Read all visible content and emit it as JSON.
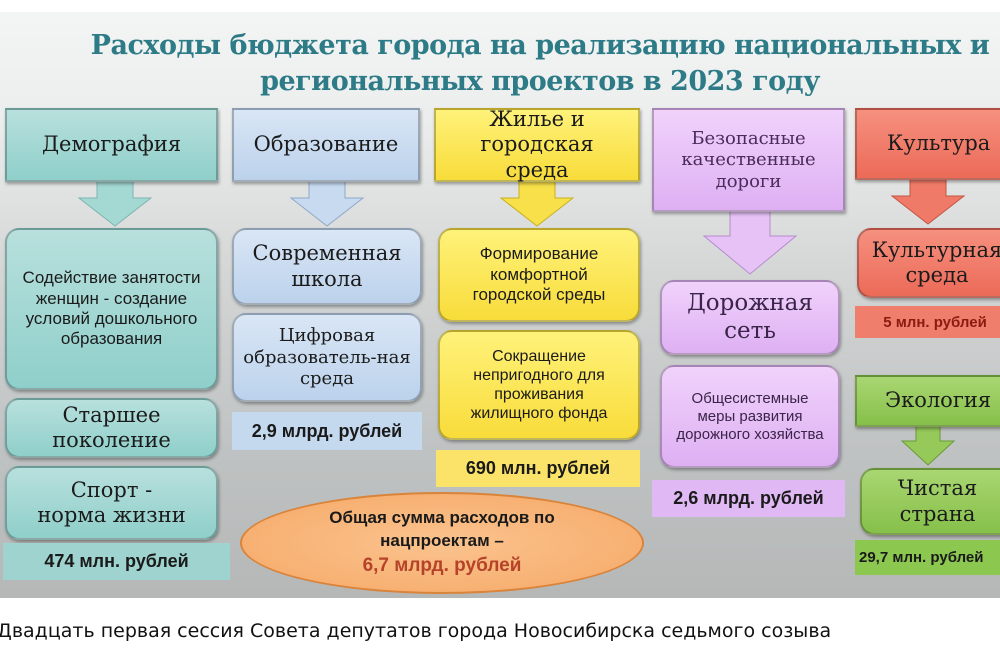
{
  "title": {
    "line1": "Расходы бюджета города на реализацию национальных и",
    "line2": "региональных проектов в 2023 году"
  },
  "columns": [
    {
      "header": "Демография",
      "projects": [
        "Содействие занятости женщин - создание условий дошкольного образования",
        "Старшее поколение",
        "Спорт - норма жизни"
      ],
      "amount": "474 млн. рублей"
    },
    {
      "header": "Образование",
      "projects": [
        "Современная школа",
        "Цифровая образователь-ная среда"
      ],
      "amount": "2,9 млрд. рублей"
    },
    {
      "header": "Жилье и городская среда",
      "projects": [
        "Формирование комфортной городской среды",
        "Сокращение непригодного для проживания жилищного фонда"
      ],
      "amount": "690 млн. рублей"
    },
    {
      "header": "Безопасные качественные дороги",
      "projects": [
        "Дорожная сеть",
        "Общесистемные меры развития дорожного хозяйства"
      ],
      "amount": "2,6 млрд. рублей"
    },
    {
      "header": "Культура",
      "projects": [
        "Культурная среда"
      ],
      "amount": "5 млн. рублей"
    },
    {
      "header": "Экология",
      "projects": [
        "Чистая страна"
      ],
      "amount": "29,7 млн. рублей"
    }
  ],
  "total": {
    "line1": "Общая сумма расходов по",
    "line2": "нацпроектам –",
    "value": "6,7 млрд. рублей"
  },
  "caption": "Двадцать первая сессия Совета депутатов города Новосибирска седьмого созыва",
  "colors": {
    "title": "#2d7b86",
    "total_value": "#b5432a"
  }
}
